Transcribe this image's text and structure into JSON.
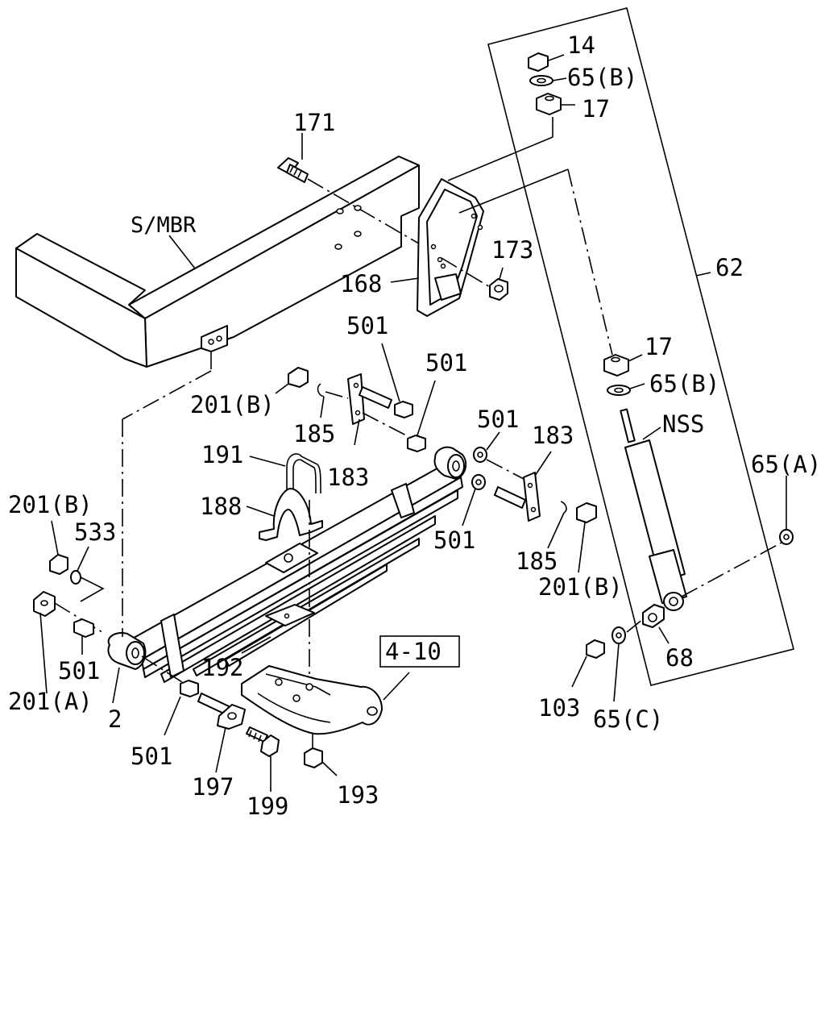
{
  "labels": {
    "p14": "14",
    "p65b_top": "65(B)",
    "p17_top": "17",
    "p171": "171",
    "smbr": "S/MBR",
    "p168": "168",
    "p173": "173",
    "p62": "62",
    "p17_mid": "17",
    "p65b_mid": "65(B)",
    "p501_a": "501",
    "p501_b": "501",
    "p201b_a": "201(B)",
    "p185_a": "185",
    "p183_a": "183",
    "p501_c": "501",
    "p183_b": "183",
    "nss": "NSS",
    "p65a_right": "65(A)",
    "p191": "191",
    "p188": "188",
    "p201b_left": "201(B)",
    "p533": "533",
    "p501_d": "501",
    "p185_b": "185",
    "p201b_b": "201(B)",
    "p501_e": "501",
    "p201a": "201(A)",
    "p2": "2",
    "p192": "192",
    "ref_4_10": "4-10",
    "p68": "68",
    "p103": "103",
    "p65c": "65(C)",
    "p501_f": "501",
    "p197": "197",
    "p199": "199",
    "p193": "193"
  }
}
